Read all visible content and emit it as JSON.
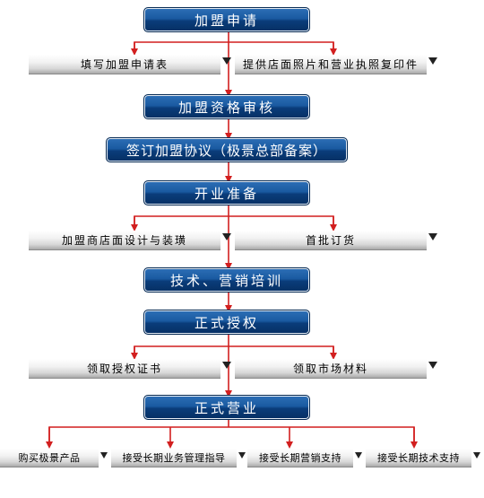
{
  "steps": {
    "s1": "加盟申请",
    "s2": "加盟资格审核",
    "s3": "签订加盟协议（极景总部备案）",
    "s4": "开业准备",
    "s5": "技术、营销培训",
    "s6": "正式授权",
    "s7": "正式营业"
  },
  "items": {
    "r1_left": "填写加盟申请表",
    "r1_right": "提供店面照片和营业执照复印件",
    "r2_left": "加盟商店面设计与装璜",
    "r2_right": "首批订货",
    "r3_left": "领取授权证书",
    "r3_right": "领取市场材料",
    "r4_a": "购买极景产品",
    "r4_b": "接受长期业务管理指导",
    "r4_c": "接受长期营销支持",
    "r4_d": "接受长期技术支持"
  },
  "colors": {
    "step_fill": "#1a5aa1",
    "arrow": "#d21f1f",
    "bar_fill": "#d6d6d6"
  }
}
